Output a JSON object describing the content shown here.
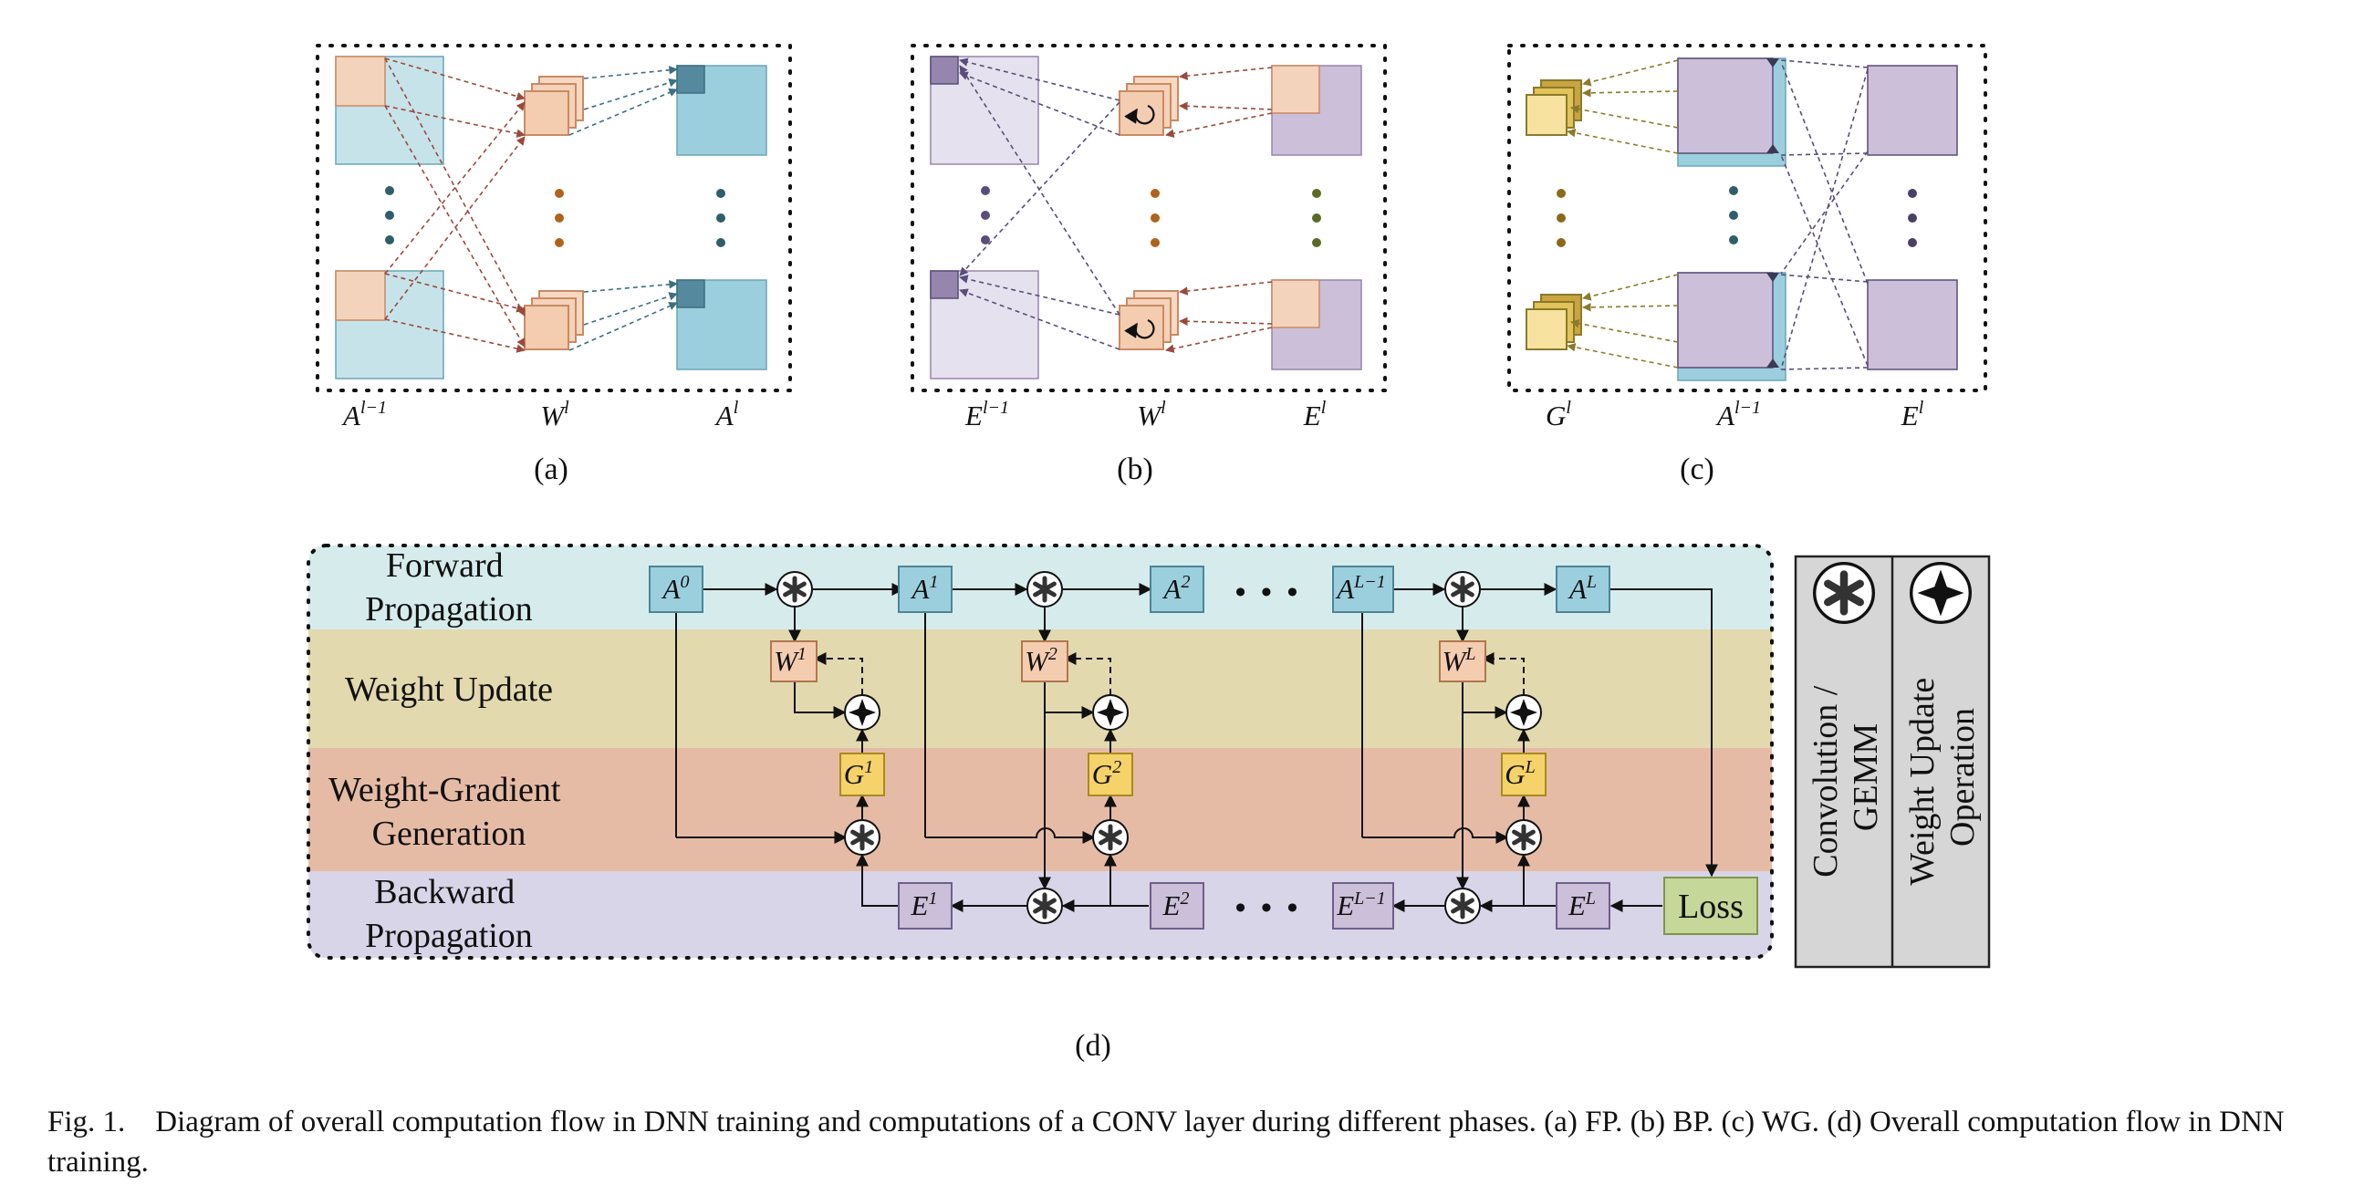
{
  "panels": {
    "a": {
      "tag": "(a)",
      "labels": [
        {
          "base": "A",
          "sup": "l−1"
        },
        {
          "base": "W",
          "sup": "l"
        },
        {
          "base": "A",
          "sup": "l"
        }
      ]
    },
    "b": {
      "tag": "(b)",
      "labels": [
        {
          "base": "E",
          "sup": "l−1"
        },
        {
          "base": "W",
          "sup": "l"
        },
        {
          "base": "E",
          "sup": "l"
        }
      ]
    },
    "c": {
      "tag": "(c)",
      "labels": [
        {
          "base": "G",
          "sup": "l"
        },
        {
          "base": "A",
          "sup": "l−1"
        },
        {
          "base": "E",
          "sup": "l"
        }
      ]
    },
    "d": {
      "tag": "(d)"
    }
  },
  "flow": {
    "phases": {
      "forward": [
        "Forward",
        "Propagation"
      ],
      "weight_update": [
        "Weight Update"
      ],
      "weight_gradient": [
        "Weight-Gradient",
        "Generation"
      ],
      "backward": [
        "Backward",
        "Propagation"
      ]
    },
    "nodes": {
      "A0": {
        "base": "A",
        "sup": "0"
      },
      "A1": {
        "base": "A",
        "sup": "1"
      },
      "A2": {
        "base": "A",
        "sup": "2"
      },
      "ALm1": {
        "base": "A",
        "sup": "L−1"
      },
      "AL": {
        "base": "A",
        "sup": "L"
      },
      "W1": {
        "base": "W",
        "sup": "1"
      },
      "W2": {
        "base": "W",
        "sup": "2"
      },
      "WL": {
        "base": "W",
        "sup": "L"
      },
      "G1": {
        "base": "G",
        "sup": "1"
      },
      "G2": {
        "base": "G",
        "sup": "2"
      },
      "GL": {
        "base": "G",
        "sup": "L"
      },
      "E1": {
        "base": "E",
        "sup": "1"
      },
      "E2": {
        "base": "E",
        "sup": "2"
      },
      "ELm1": {
        "base": "E",
        "sup": "L−1"
      },
      "EL": {
        "base": "E",
        "sup": "L"
      },
      "loss": "Loss"
    },
    "ellipsis": "• • •"
  },
  "legend": {
    "conv": [
      "Convolution /",
      "GEMM"
    ],
    "update": [
      "Weight Update",
      "Operation"
    ]
  },
  "colors": {
    "activation": "#9ccfdd",
    "activation_dark": "#55899d",
    "weight": "#f4cdb1",
    "weight_edge": "#c98a64",
    "error": "#cbbfd9",
    "error_dark": "#9685ad",
    "gradient": "#f5d36a",
    "loss": "#c6d79a",
    "band_forward": "#d6ecec",
    "band_update": "#e3d9ae",
    "band_gradient": "#e6bba5",
    "band_backward": "#d9d5e8"
  },
  "caption": "Fig. 1. Diagram of overall computation flow in DNN training and computations of a CONV layer during different phases. (a) FP. (b) BP. (c) WG. (d) Overall computation flow in DNN training."
}
